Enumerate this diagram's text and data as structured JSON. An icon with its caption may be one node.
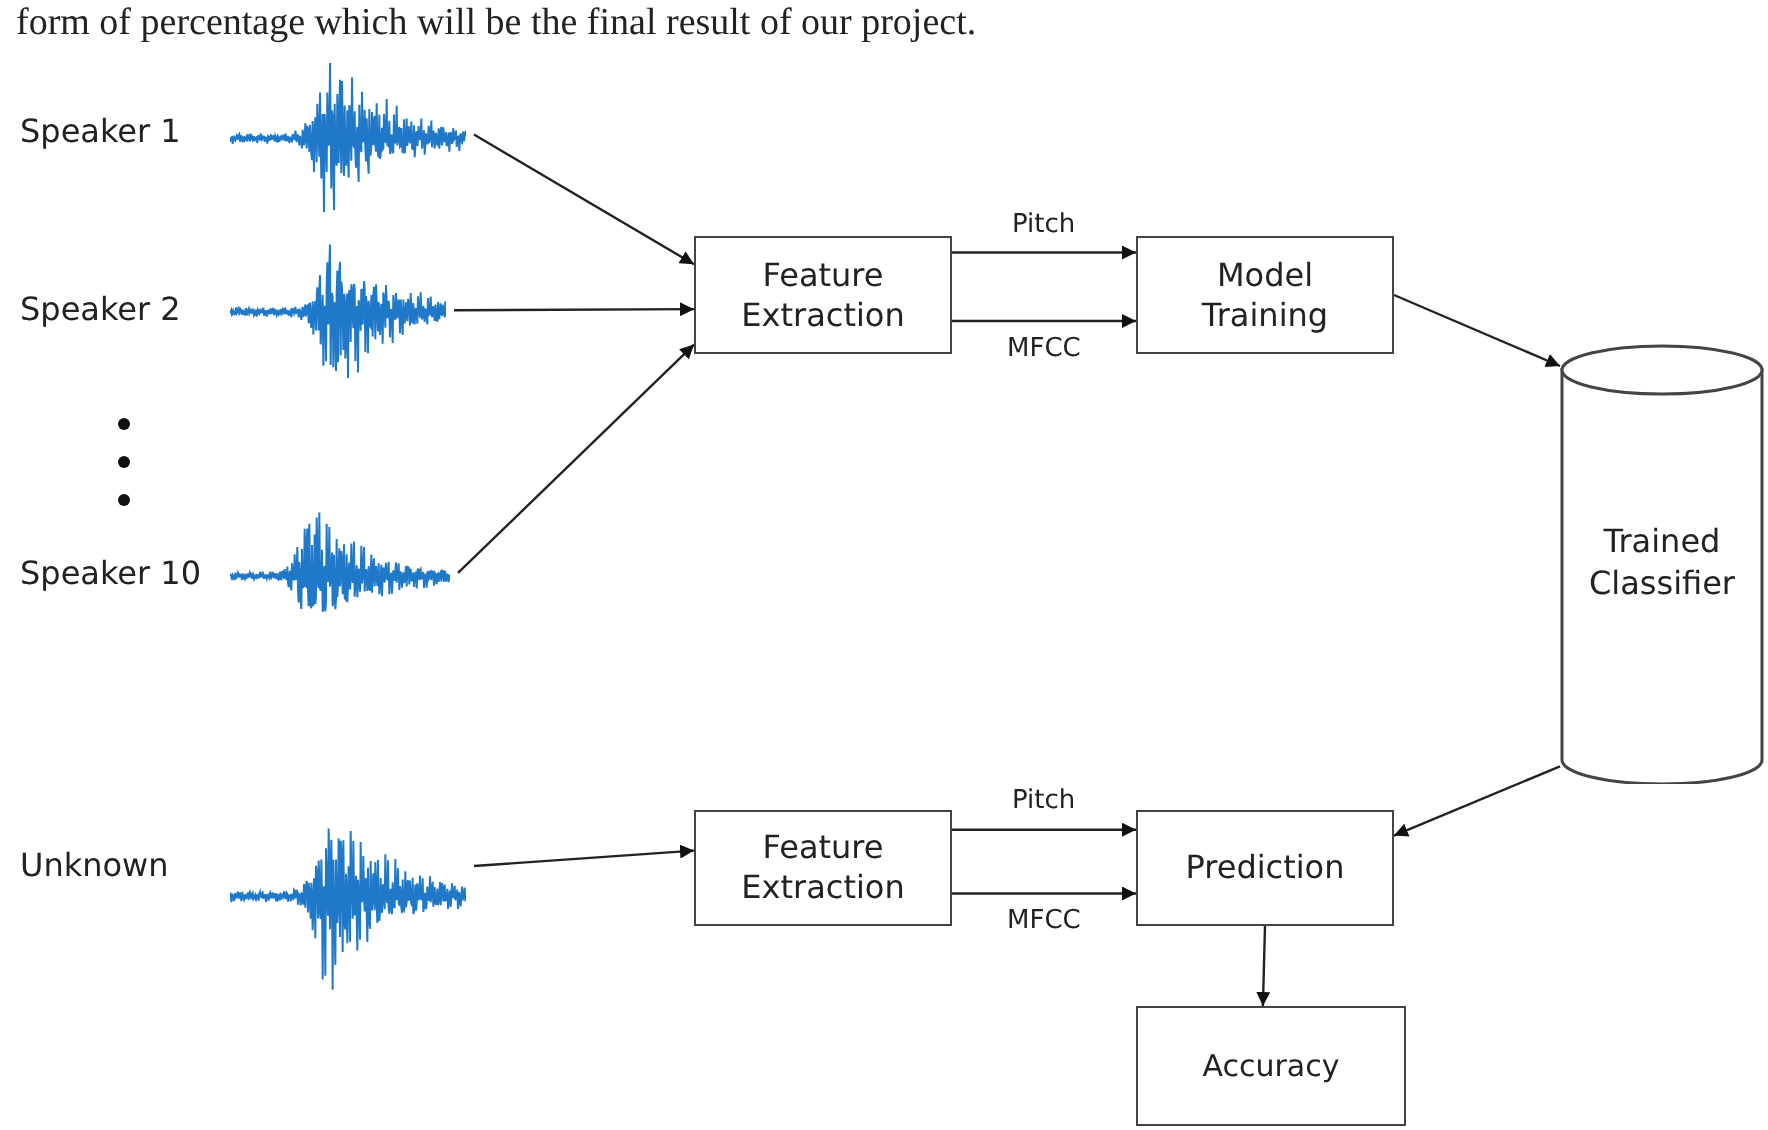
{
  "diagram": {
    "nodes": [
      {
        "text": [],
        "shape": "picture",
        "beside": [
          "Speaker 1"
        ]
      },
      {
        "text": [],
        "shape": "picture",
        "beside": [
          "Speaker 2"
        ]
      },
      {
        "text": [],
        "shape": "picture",
        "beside": [
          "Speaker 10"
        ]
      },
      {
        "text": [
          "Feature Extraction"
        ]
      },
      {
        "text": [
          "Model Training"
        ]
      },
      {
        "text": [
          "Trained Classifier"
        ]
      },
      {
        "text": [],
        "shape": "picture",
        "beside": [
          "Unknown"
        ]
      },
      {
        "text": [
          "Feature Extraction"
        ]
      },
      {
        "text": [
          "Prediction"
        ]
      },
      {
        "text": [
          "Accuracy"
        ]
      }
    ],
    "edges": [
      {
        "from": 0,
        "to": 3,
        "arrow": "to"
      },
      {
        "from": 1,
        "to": 3,
        "arrow": "to"
      },
      {
        "from": 2,
        "to": 3,
        "arrow": "to"
      },
      {
        "from": 3,
        "to": 4,
        "arrow": "to",
        "label": "Pitch"
      },
      {
        "from": 3,
        "to": 4,
        "arrow": "to",
        "label": "MFCC"
      },
      {
        "from": 4,
        "to": 5,
        "arrow": "to"
      },
      {
        "from": 6,
        "to": 7,
        "arrow": "to"
      },
      {
        "from": 7,
        "to": 8,
        "arrow": "to",
        "label": "Pitch"
      },
      {
        "from": 7,
        "to": 8,
        "arrow": "to",
        "label": "MFCC"
      },
      {
        "from": 5,
        "to": 8,
        "arrow": "to"
      },
      {
        "from": 8,
        "to": 9,
        "arrow": "to"
      }
    ],
    "labels": [
      "form of percentage which will be the final result of our project."
    ]
  }
}
